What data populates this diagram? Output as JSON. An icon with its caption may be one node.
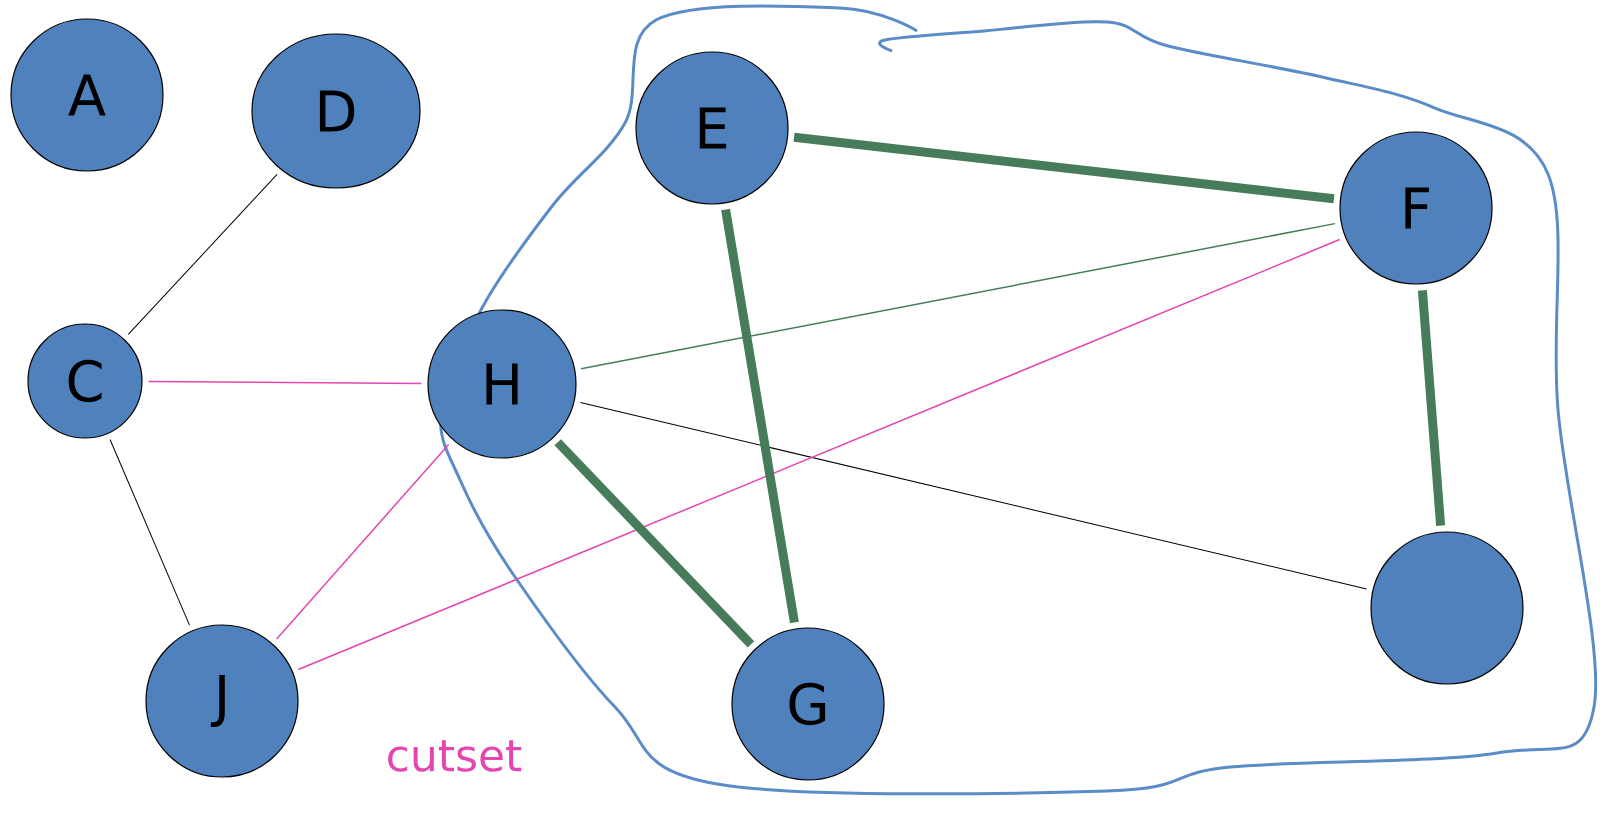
{
  "diagram": {
    "nodes": [
      {
        "text": [
          "A"
        ]
      },
      {
        "text": [
          "D"
        ]
      },
      {
        "text": [
          "C"
        ]
      },
      {
        "text": [
          "H"
        ]
      },
      {
        "text": [
          "E"
        ]
      },
      {
        "text": [
          "F"
        ]
      },
      {
        "text": [
          "G"
        ]
      },
      {
        "text": [
          "J"
        ]
      },
      {
        "text": [],
        "shape": "circle"
      }
    ],
    "edges": [
      {
        "from": 1,
        "to": 2,
        "arrow": "none",
        "color": "#000000"
      },
      {
        "from": 2,
        "to": 3,
        "arrow": "none",
        "color": "#e545b0"
      },
      {
        "from": 2,
        "to": 7,
        "arrow": "none",
        "color": "#000000"
      },
      {
        "from": 3,
        "to": 5,
        "arrow": "none",
        "color": "#477c5a"
      },
      {
        "from": 3,
        "to": 8,
        "arrow": "none",
        "color": "#000000"
      },
      {
        "from": 7,
        "to": 3,
        "arrow": "none",
        "color": "#e545b0"
      },
      {
        "from": 7,
        "to": 5,
        "arrow": "none",
        "color": "#e545b0"
      },
      {
        "from": 4,
        "to": 5,
        "arrow": "none",
        "style": "thick",
        "color": "#477c5a"
      },
      {
        "from": 4,
        "to": 6,
        "arrow": "none",
        "style": "thick",
        "color": "#477c5a"
      },
      {
        "from": 3,
        "to": 6,
        "arrow": "none",
        "style": "thick",
        "color": "#477c5a"
      },
      {
        "from": 5,
        "to": 8,
        "arrow": "none",
        "style": "thick",
        "color": "#477c5a"
      }
    ],
    "labels": [
      "cutset"
    ]
  }
}
